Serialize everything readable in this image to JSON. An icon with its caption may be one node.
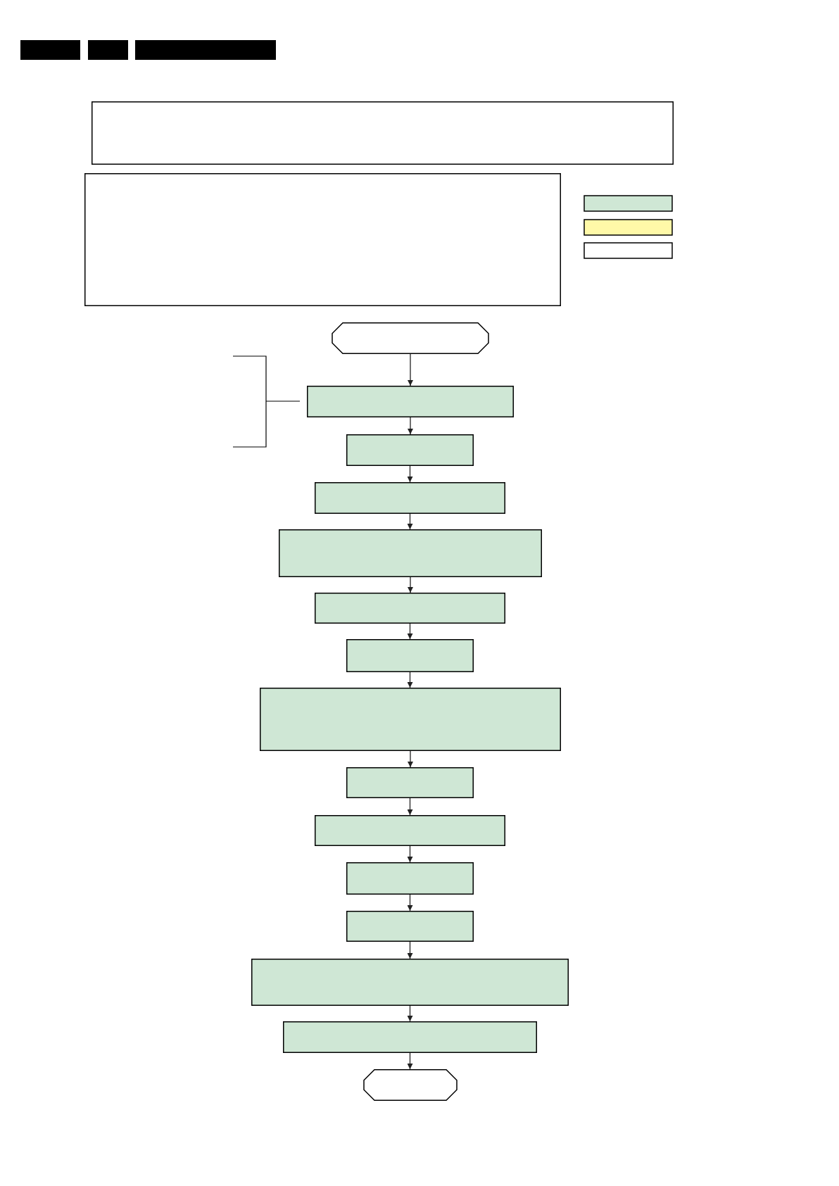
{
  "diagram": {
    "nodes": [
      {
        "text": [],
        "shape": "box"
      },
      {
        "text": [],
        "shape": "box"
      },
      {
        "text": [],
        "shape": "pill"
      },
      {
        "text": [],
        "shape": "box"
      },
      {
        "text": [],
        "shape": "box"
      },
      {
        "text": [],
        "shape": "box"
      },
      {
        "text": [],
        "shape": "box"
      },
      {
        "text": [],
        "shape": "box"
      },
      {
        "text": [],
        "shape": "box"
      },
      {
        "text": [],
        "shape": "box"
      },
      {
        "text": [],
        "shape": "box"
      },
      {
        "text": [],
        "shape": "box"
      },
      {
        "text": [],
        "shape": "box"
      },
      {
        "text": [],
        "shape": "box"
      },
      {
        "text": [],
        "shape": "box"
      },
      {
        "text": [],
        "shape": "box"
      },
      {
        "text": [],
        "shape": "pill"
      }
    ],
    "edges": [
      {
        "from": 2,
        "to": 3,
        "arrow": "to"
      },
      {
        "from": 3,
        "to": 4,
        "arrow": "to"
      },
      {
        "from": 4,
        "to": 5,
        "arrow": "to"
      },
      {
        "from": 5,
        "to": 6,
        "arrow": "to"
      },
      {
        "from": 6,
        "to": 7,
        "arrow": "to"
      },
      {
        "from": 7,
        "to": 8,
        "arrow": "to"
      },
      {
        "from": 8,
        "to": 9,
        "arrow": "to"
      },
      {
        "from": 9,
        "to": 10,
        "arrow": "to"
      },
      {
        "from": 10,
        "to": 11,
        "arrow": "to"
      },
      {
        "from": 11,
        "to": 12,
        "arrow": "to"
      },
      {
        "from": 12,
        "to": 13,
        "arrow": "to"
      },
      {
        "from": 13,
        "to": 14,
        "arrow": "to"
      },
      {
        "from": 14,
        "to": 15,
        "arrow": "to"
      },
      {
        "from": 15,
        "to": 16,
        "arrow": "to"
      }
    ]
  }
}
